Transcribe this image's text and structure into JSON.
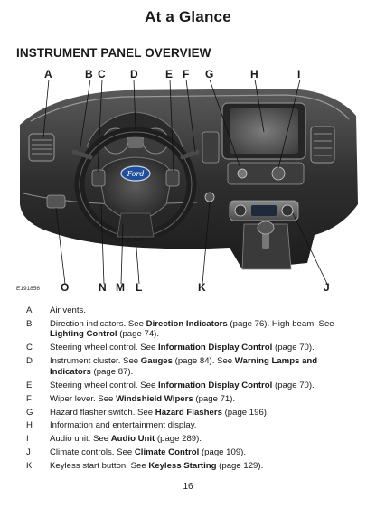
{
  "header": {
    "title": "At a Glance"
  },
  "section": {
    "title": "INSTRUMENT PANEL OVERVIEW"
  },
  "figure": {
    "id": "E191856",
    "callouts_top": [
      "A",
      "B",
      "C",
      "D",
      "E",
      "F",
      "G",
      "H",
      "I"
    ],
    "callouts_bottom": [
      "O",
      "N",
      "M",
      "L",
      "K",
      "J"
    ],
    "brand_badge": "Ford"
  },
  "items": [
    {
      "key": "A",
      "parts": [
        {
          "t": "Air vents."
        }
      ]
    },
    {
      "key": "B",
      "parts": [
        {
          "t": "Direction indicators. See "
        },
        {
          "b": "Direction Indicators"
        },
        {
          "t": " (page 76).  High beam.  See "
        },
        {
          "b": "Lighting Control"
        },
        {
          "t": " (page 74)."
        }
      ]
    },
    {
      "key": "C",
      "parts": [
        {
          "t": "Steering wheel control.  See "
        },
        {
          "b": "Information Display Control"
        },
        {
          "t": " (page 70)."
        }
      ]
    },
    {
      "key": "D",
      "parts": [
        {
          "t": "Instrument cluster.  See "
        },
        {
          "b": "Gauges"
        },
        {
          "t": " (page 84).  See "
        },
        {
          "b": "Warning Lamps and Indicators"
        },
        {
          "t": " (page 87)."
        }
      ]
    },
    {
      "key": "E",
      "parts": [
        {
          "t": "Steering wheel control.  See "
        },
        {
          "b": "Information Display Control"
        },
        {
          "t": " (page 70)."
        }
      ]
    },
    {
      "key": "F",
      "parts": [
        {
          "t": "Wiper lever. See "
        },
        {
          "b": "Windshield Wipers"
        },
        {
          "t": " (page 71)."
        }
      ]
    },
    {
      "key": "G",
      "parts": [
        {
          "t": "Hazard flasher switch.  See "
        },
        {
          "b": "Hazard Flashers"
        },
        {
          "t": " (page 196)."
        }
      ]
    },
    {
      "key": "H",
      "parts": [
        {
          "t": "Information and entertainment display."
        }
      ]
    },
    {
      "key": "I",
      "parts": [
        {
          "t": "Audio unit. See "
        },
        {
          "b": "Audio Unit"
        },
        {
          "t": " (page 289)."
        }
      ]
    },
    {
      "key": "J",
      "parts": [
        {
          "t": "Climate controls.  See "
        },
        {
          "b": "Climate Control"
        },
        {
          "t": " (page 109)."
        }
      ]
    },
    {
      "key": "K",
      "parts": [
        {
          "t": "Keyless start button.  See "
        },
        {
          "b": "Keyless Starting"
        },
        {
          "t": " (page 129)."
        }
      ]
    }
  ],
  "page": {
    "number": "16"
  },
  "colors": {
    "text": "#1a1a1a",
    "dash_dark": "#2b2b2b",
    "dash_mid": "#6e6e6e",
    "ford_blue": "#1f4e9c"
  }
}
